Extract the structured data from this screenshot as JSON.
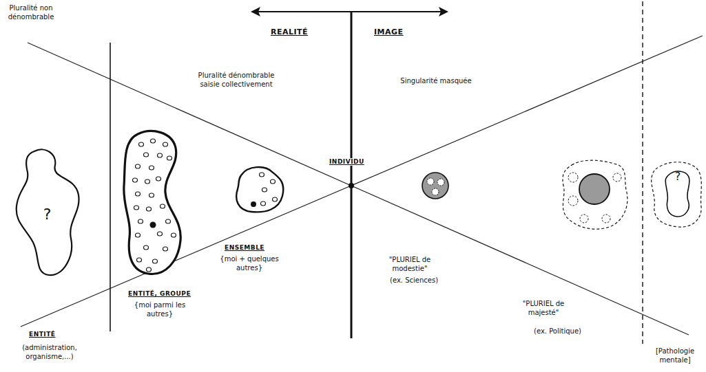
{
  "diagram": {
    "nodes": [
      {
        "text": [
          "?"
        ]
      },
      {
        "text": [
          "?"
        ]
      }
    ],
    "labels": [
      "Pluralité non dénombrable",
      "REALITÉ",
      "IMAGE",
      "Pluralité dénombrable saisie collectivement",
      "Singularité masquée",
      "INDIVIDU",
      "ENSEMBLE",
      "{moi + quelques autres}",
      "\"PLURIEL de modestie\"",
      "(ex. Sciences)",
      "ENTITÉ, GROUPE",
      "{moi parmi les autres}",
      "\"PLURIEL de majesté\"",
      "(ex. Politique)",
      "ENTITÉ",
      "(administration, organisme,...)",
      "[Pathologie mentale]"
    ]
  }
}
